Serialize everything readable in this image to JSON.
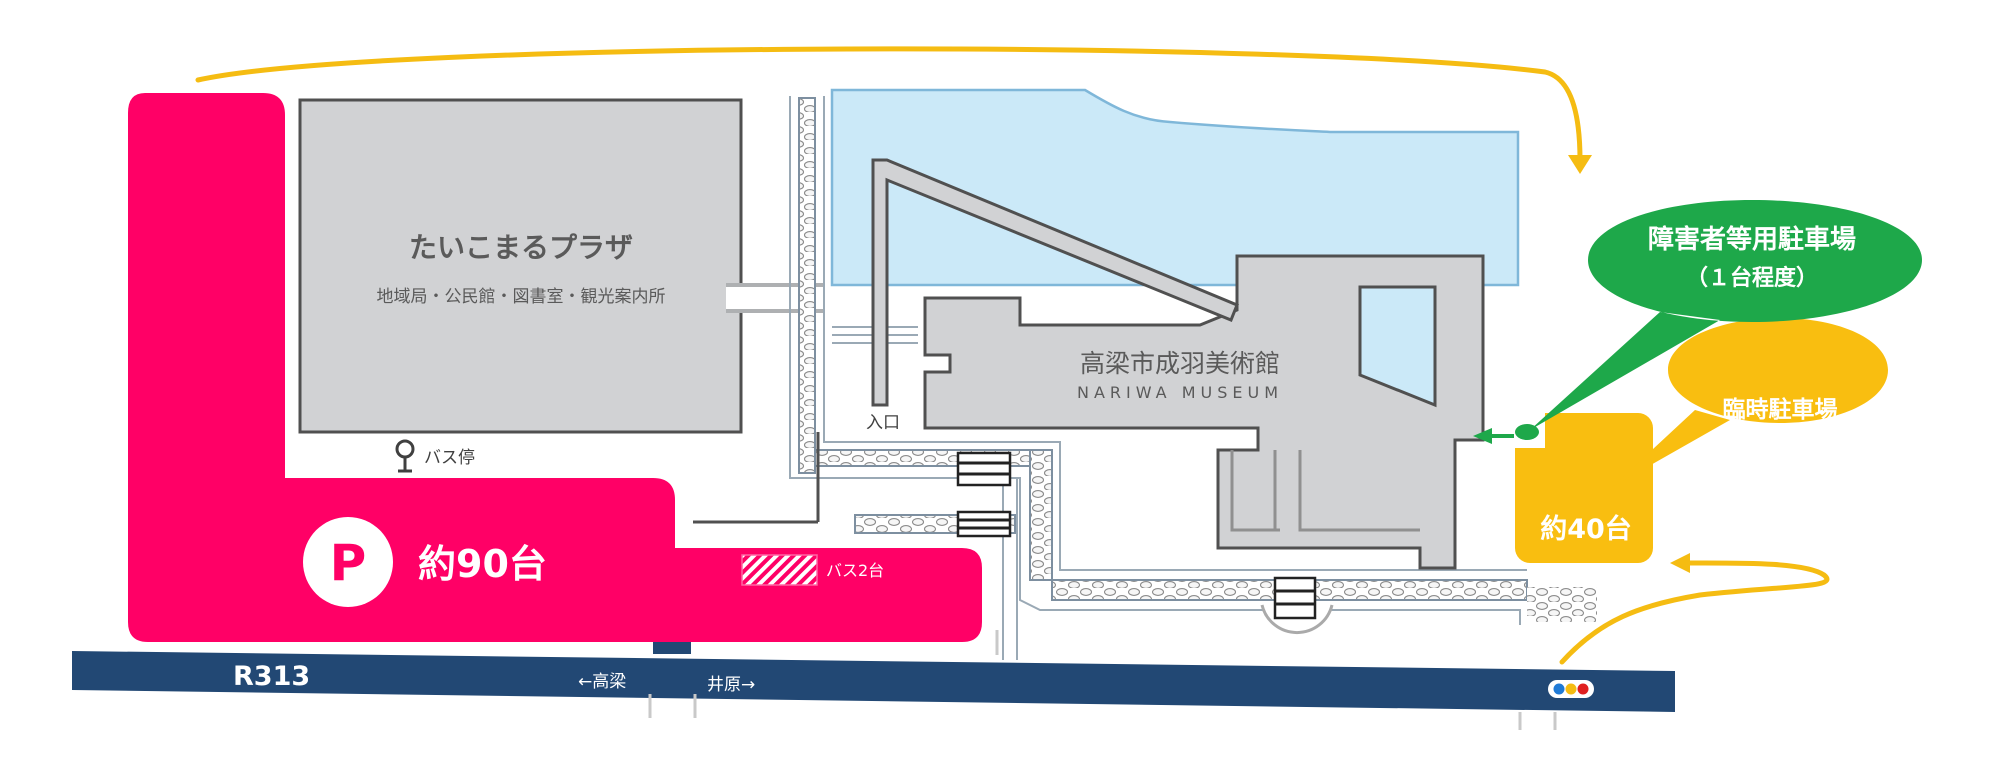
{
  "colors": {
    "parking": "#ff0066",
    "building": "#d1d2d4",
    "water": "#cbe9f8",
    "water_edge": "#7fb7d9",
    "road": "#224874",
    "arrow_orange": "#f5bc12",
    "accessible": "#1ea84a",
    "temp_parking": "#f9be10",
    "text_gray": "#5a5a5a"
  },
  "icons": {
    "parking": "parking-p-icon",
    "bus_stop": "bus-stop-icon",
    "traffic_light": "traffic-light-icon",
    "crosswalk": "crosswalk-icon"
  },
  "plaza": {
    "name": "たいこまるプラザ",
    "facilities": "地域局・公民館・図書室・観光案内所"
  },
  "museum": {
    "name_ja": "高梁市成羽美術館",
    "name_en": "NARIWA MUSEUM",
    "entrance": "入口"
  },
  "bus_stop": {
    "label": "バス停"
  },
  "main_parking": {
    "symbol": "P",
    "capacity": "約90台",
    "bus_capacity": "バス2台"
  },
  "accessible_parking": {
    "line1": "障害者等用駐車場",
    "line2": "（１台程度）"
  },
  "temporary_parking": {
    "label": "臨時駐車場",
    "capacity": "約40台"
  },
  "road": {
    "name": "R313",
    "to_takahashi": "←高梁",
    "to_ibara": "井原→"
  }
}
